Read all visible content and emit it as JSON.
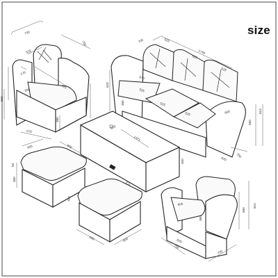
{
  "title": "size",
  "armchair_top": {
    "labels": {
      "w700": "700",
      "d700": "700",
      "seat525": "525",
      "back170": "170",
      "h580": "580",
      "a600": "600",
      "s420": "420",
      "d380": "380",
      "b670": "670"
    }
  },
  "sofa": {
    "labels": {
      "w1740": "1740",
      "d700": "700",
      "c525a": "525",
      "c525b": "525",
      "c525c": "525",
      "h620": "620",
      "s670": "670",
      "sc525a": "525",
      "sc525b": "525",
      "sc525c": "525",
      "a380": "380",
      "r580": "580",
      "r810": "810",
      "d660": "660",
      "f700": "700",
      "b620": "620"
    }
  },
  "table": {
    "labels": {
      "w1371": "1371",
      "d600": "600",
      "h400": "400"
    }
  },
  "ottoman_left": {
    "labels": {
      "w600": "600",
      "d600": "600",
      "h380": "380",
      "t50": "50",
      "f400": "400"
    }
  },
  "ottoman_right": {
    "labels": {
      "w600": "600",
      "d600": "600"
    }
  },
  "armchair_bottom": {
    "labels": {
      "w700": "700",
      "d700": "700",
      "s580": "580",
      "h810": "810",
      "a600": "600",
      "s620": "620",
      "s380": "380"
    }
  }
}
